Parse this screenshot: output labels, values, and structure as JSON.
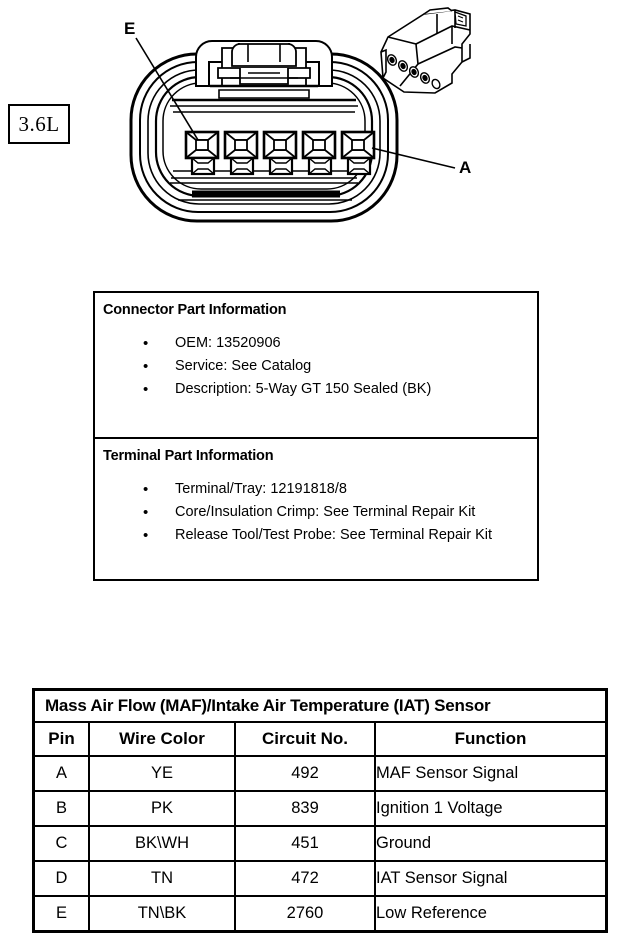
{
  "engine_badge": {
    "label": "3.6L"
  },
  "illustration": {
    "callouts": [
      {
        "id": "E",
        "label": "E"
      },
      {
        "id": "A",
        "label": "A"
      }
    ],
    "cavity_count": 5
  },
  "part_info": {
    "connector": {
      "heading": "Connector Part Information",
      "items": [
        "OEM: 13520906",
        "Service: See Catalog",
        "Description: 5-Way GT 150 Sealed (BK)"
      ]
    },
    "terminal": {
      "heading": "Terminal Part Information",
      "items": [
        "Terminal/Tray: 12191818/8",
        "Core/Insulation Crimp: See Terminal Repair Kit",
        "Release Tool/Test Probe: See Terminal Repair Kit"
      ]
    },
    "bullet_glyph": "•"
  },
  "pin_table": {
    "title": "Mass Air Flow (MAF)/Intake Air Temperature (IAT) Sensor",
    "columns": [
      "Pin",
      "Wire Color",
      "Circuit No.",
      "Function"
    ],
    "rows": [
      {
        "pin": "A",
        "wire_color": "YE",
        "circuit_no": "492",
        "function": "MAF Sensor Signal"
      },
      {
        "pin": "B",
        "wire_color": "PK",
        "circuit_no": "839",
        "function": "Ignition 1 Voltage"
      },
      {
        "pin": "C",
        "wire_color": "BK\\WH",
        "circuit_no": "451",
        "function": "Ground"
      },
      {
        "pin": "D",
        "wire_color": "TN",
        "circuit_no": "472",
        "function": "IAT Sensor Signal"
      },
      {
        "pin": "E",
        "wire_color": "TN\\BK",
        "circuit_no": "2760",
        "function": "Low Reference"
      }
    ]
  },
  "colors": {
    "line": "#000000",
    "background": "#ffffff"
  }
}
